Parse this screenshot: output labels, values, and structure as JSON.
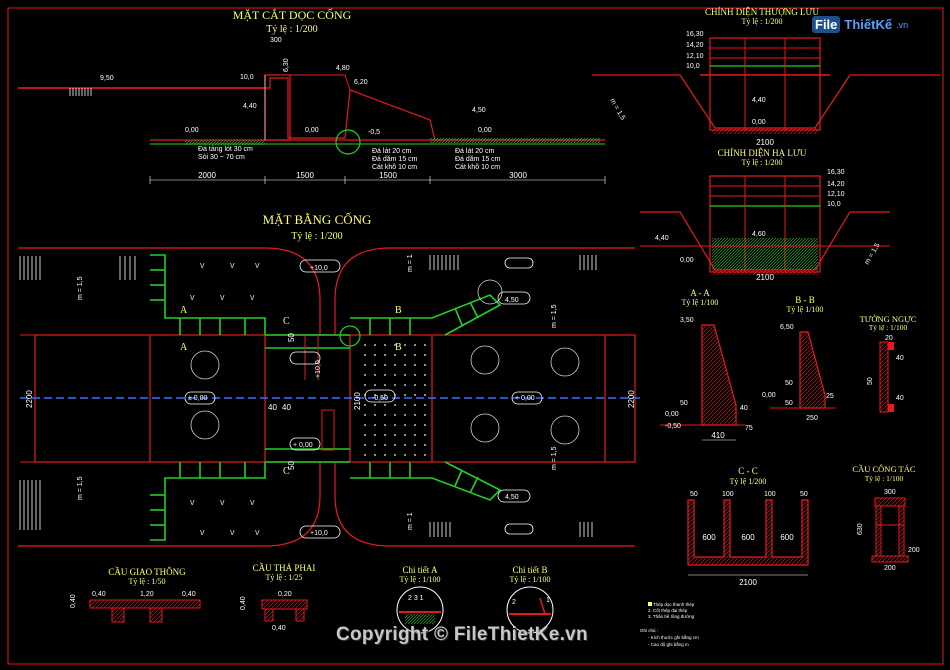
{
  "brand": {
    "box": "File",
    "rest": "ThiếtKế",
    "tld": ".vn"
  },
  "copyright": "Copyright © FileThietKe.vn",
  "titles": {
    "long_section": "MẶT CẮT DỌC CỐNG",
    "long_section_scale": "Tỷ lệ : 1/200",
    "plan": "MẶT BẰNG CỐNG",
    "plan_scale": "Tỷ lệ : 1/200",
    "upstream": "CHÍNH DIỆN THƯỢNG LƯU",
    "upstream_scale": "Tỷ lệ : 1/200",
    "downstream": "CHÍNH DIỆN HẠ LƯU",
    "downstream_scale": "Tỷ lệ : 1/200",
    "sec_aa": "A - A",
    "sec_aa_scale": "Tỷ lệ 1/100",
    "sec_bb": "B - B",
    "sec_bb_scale": "Tỷ lệ 1/100",
    "wall": "TƯỜNG NGỰC",
    "wall_scale": "Tỷ lệ : 1/100",
    "sec_cc": "C - C",
    "sec_cc_scale": "Tỷ lệ 1/200",
    "bridge_work": "CẦU CÔNG TÁC",
    "bridge_work_scale": "Tỷ lệ : 1/100",
    "bridge_traffic": "CẦU GIAO THÔNG",
    "bridge_traffic_scale": "Tỷ lệ : 1/50",
    "bridge_gate": "CẦU THẢ PHAI",
    "bridge_gate_scale": "Tỷ lệ : 1/25",
    "detail_a": "Chi tiết A",
    "detail_a_scale": "Tỷ lệ : 1/100",
    "detail_b": "Chi tiết B",
    "detail_b_scale": "Tỷ lệ : 1/100"
  },
  "long_section": {
    "dims": [
      "2000",
      "1500",
      "1500",
      "3000"
    ],
    "levels": [
      "9,50",
      "10,0",
      "4,80",
      "6,20",
      "4,40",
      "0,00",
      "0,00",
      "-0,5",
      "4,50",
      "0,00",
      "300",
      "6,30"
    ],
    "notes1": [
      "Đá tảng lót 30 cm",
      "Sỏi 30 ~ 70 cm"
    ],
    "notes2": [
      "Đá lát 20 cm",
      "Đá dăm 15 cm",
      "Cát khô 10 cm"
    ],
    "notes3": [
      "Đá lát 20 cm",
      "Đá dăm 15 cm",
      "Cát khô 10 cm"
    ]
  },
  "upstream": {
    "levels": [
      "16,30",
      "14,20",
      "12,10",
      "10,0",
      "4,40",
      "0,00"
    ],
    "width": "2100",
    "slope": "m = 1,5"
  },
  "downstream": {
    "levels": [
      "16,30",
      "14,20",
      "12,10",
      "10,0",
      "4,40",
      "4,60",
      "0,00"
    ],
    "width": "2100",
    "slope": "m = 1,5"
  },
  "plan": {
    "markers": [
      "A",
      "A",
      "B",
      "B",
      "C",
      "C"
    ],
    "levels": [
      "+10,0",
      "+10,0",
      "4,50",
      "4,50",
      "-0,50",
      "± 0,00",
      "+ 0,00",
      "+ 0,00",
      "+10,0"
    ],
    "dims": [
      "2200",
      "2200",
      "2100",
      "40",
      "40",
      "50",
      "50"
    ],
    "slopes": [
      "m = 1,5",
      "m = 1,5",
      "m = 1",
      "m = 1",
      "m = 1,5",
      "m = 1,5"
    ]
  },
  "sec_aa": {
    "levels": [
      "3,50",
      "0,00",
      "-0,50"
    ],
    "dims": [
      "410",
      "50",
      "40",
      "75"
    ]
  },
  "sec_bb": {
    "levels": [
      "6,50",
      "0,00"
    ],
    "dims": [
      "250",
      "50",
      "50",
      "25"
    ]
  },
  "wall": {
    "dims": [
      "20",
      "50",
      "40",
      "40"
    ]
  },
  "sec_cc": {
    "dims": [
      "50",
      "100",
      "100",
      "50",
      "600",
      "600",
      "600",
      "2100"
    ]
  },
  "bridge_work": {
    "dims": [
      "300",
      "630",
      "200",
      "200"
    ]
  },
  "bridge_traffic": {
    "dims": [
      "0,40",
      "1,20",
      "0,40",
      "0,40"
    ]
  },
  "bridge_gate": {
    "dims": [
      "0,20",
      "0,40",
      "0,40"
    ]
  },
  "legend": {
    "items": [
      "1. Thép dọc thanh thép",
      "2. Cốt thép đai thép",
      "3. Thân bê tông đường"
    ],
    "note_title": "Ghi chú :",
    "notes": [
      "- Kích thước ghi bằng cm",
      "- Cao độ ghi bằng m"
    ]
  },
  "colors": {
    "red": "#e8191e",
    "green": "#21d024",
    "yellow": "#ffff66",
    "white": "#ffffff",
    "blue": "#3b6dff"
  }
}
